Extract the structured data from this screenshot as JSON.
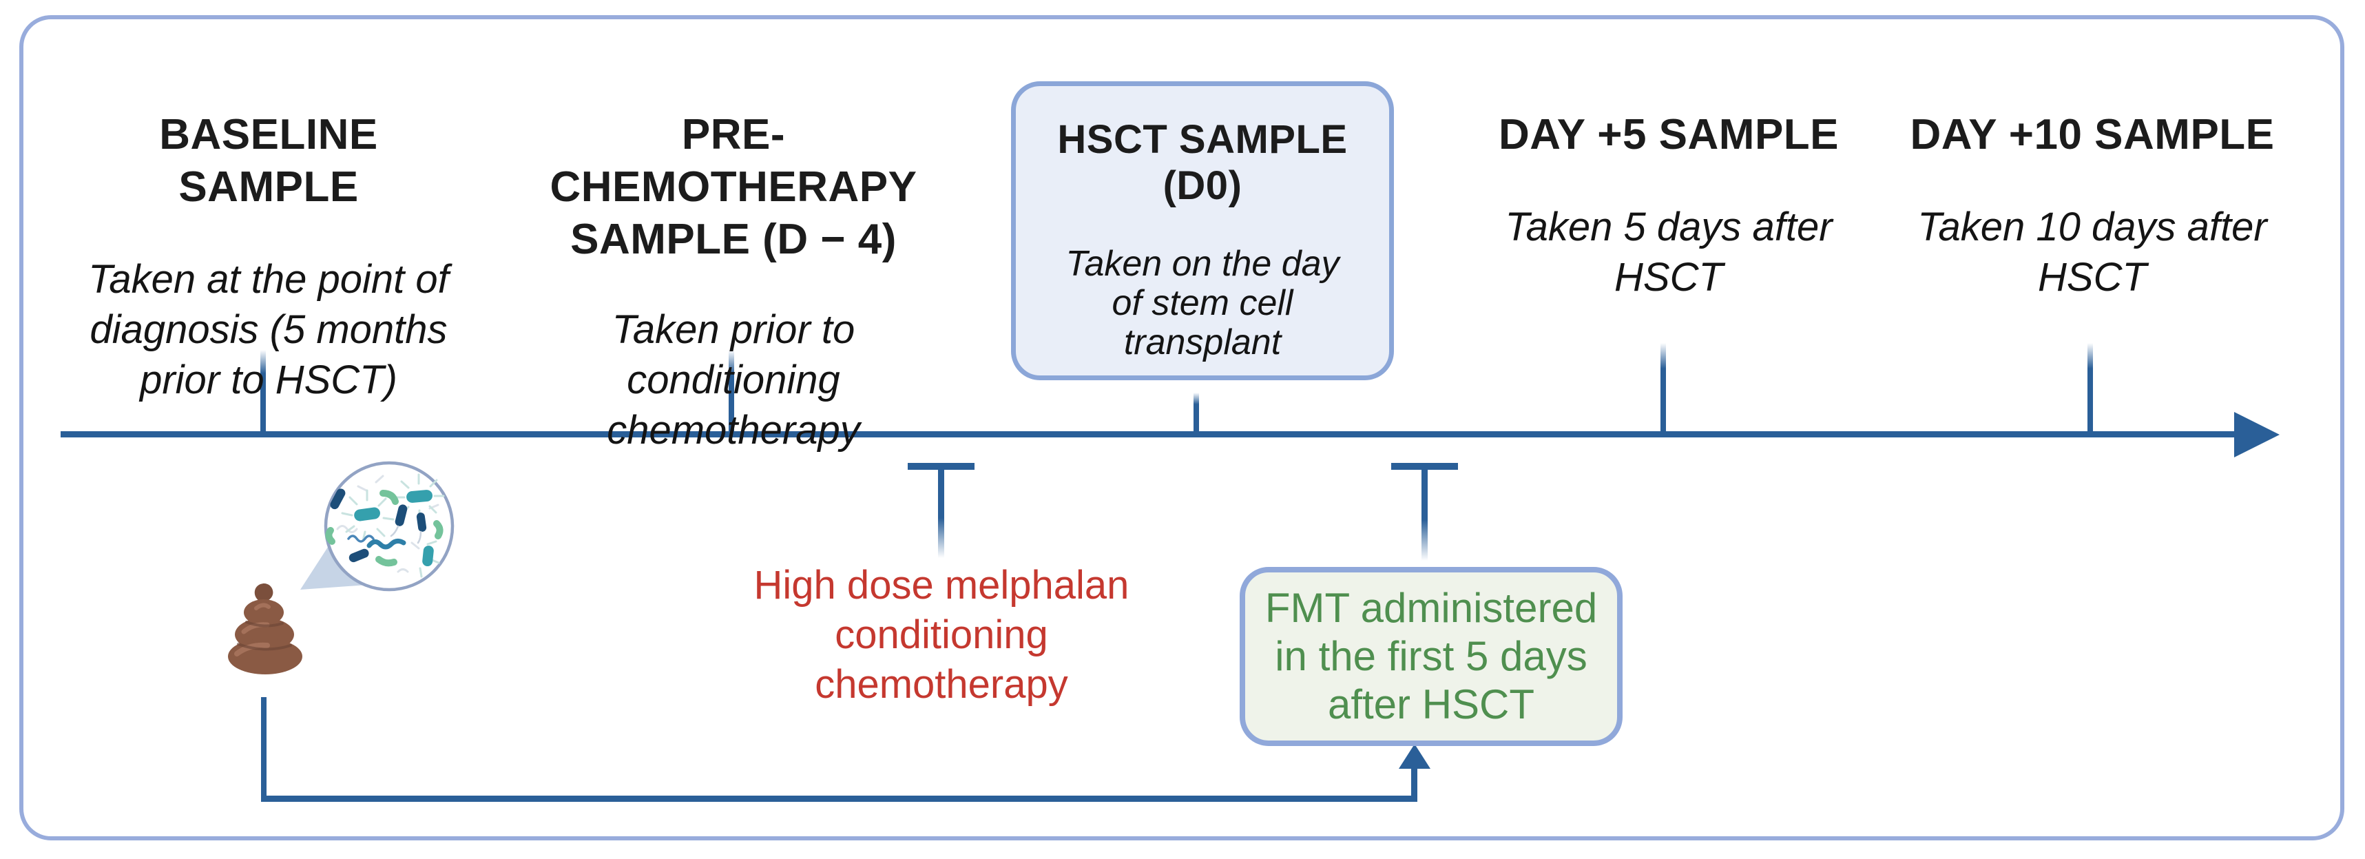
{
  "figure": {
    "type": "study-timeline-diagram",
    "columns": [
      {
        "heading": [
          "BASELINE SAMPLE"
        ],
        "description": [
          "Taken at the point of",
          "diagnosis (5 months",
          "prior to HSCT)"
        ]
      },
      {
        "heading": [
          "PRE-CHEMOTHERAPY",
          "SAMPLE (D − 4)"
        ],
        "description": [
          "Taken prior to conditioning",
          "chemotherapy"
        ]
      },
      {
        "heading": [
          "HSCT SAMPLE",
          "(D0)"
        ],
        "description": [
          "Taken on the day",
          "of stem cell",
          "transplant"
        ]
      },
      {
        "heading": [
          "DAY +5 SAMPLE"
        ],
        "description": [
          "Taken 5 days after",
          "HSCT"
        ]
      },
      {
        "heading": [
          "DAY +10 SAMPLE"
        ],
        "description": [
          "Taken 10 days after",
          "HSCT"
        ]
      }
    ],
    "annotations": {
      "chemo": {
        "lines": [
          "High dose melphalan",
          "conditioning",
          "chemotherapy"
        ],
        "color": "#c5382f"
      },
      "fmt": {
        "lines": [
          "FMT administered",
          "in the first 5 days",
          "after HSCT"
        ],
        "color": "#4f8f4f"
      }
    },
    "icons": [
      "stool-icon",
      "microbiome-magnifier-icon",
      "timeline-arrow",
      "fmt-administration-arrow"
    ],
    "colors": {
      "timeline_blue": "#2a5f98",
      "frame_border": "#98acdc",
      "hsct_box_fill": "#e9eef8",
      "hsct_box_border": "#8ba6d8",
      "fmt_box_fill": "#eff3ea",
      "fmt_box_border": "#90a8da",
      "chemo_text_red": "#c5382f",
      "fmt_text_green": "#4f8f4f",
      "heading_text": "#1c1c1c",
      "stool_brown": "#8a5a44",
      "bacteria_teal": "#35a0ad",
      "bacteria_navy": "#1d4e79",
      "bacteria_green": "#74c39b",
      "magnifier_ring": "#92a3c4",
      "magnifier_tail": "#c6d4e6"
    }
  }
}
